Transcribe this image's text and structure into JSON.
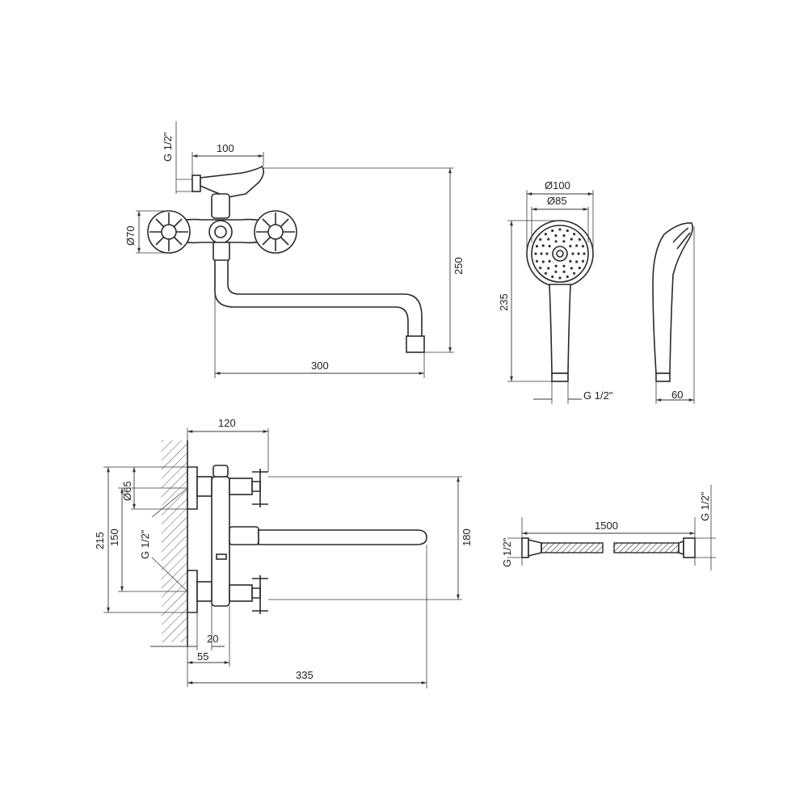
{
  "dims": {
    "top_thread_label": "G 1/2\"",
    "top_width_100": "100",
    "top_handle_dia": "Ø70",
    "top_height_250": "250",
    "top_spout_300": "300",
    "head_dia_100": "Ø100",
    "head_dia_85": "Ø85",
    "head_length_235": "235",
    "head_thread": "G 1/2\"",
    "head_side_60": "60",
    "side_width_120": "120",
    "side_dia_65": "Ø65",
    "side_total_215": "215",
    "side_150": "150",
    "side_thread": "G 1/2\"",
    "side_height_180": "180",
    "side_20": "20",
    "side_55": "55",
    "side_335": "335",
    "hose_thread_left": "G 1/2\"",
    "hose_length_1500": "1500",
    "hose_thread_right": "G 1/2\""
  }
}
